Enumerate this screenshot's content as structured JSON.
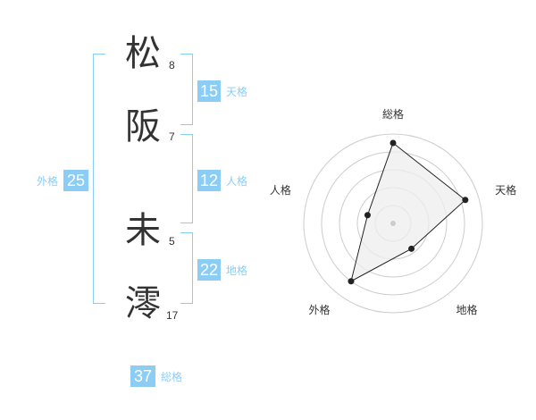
{
  "characters": [
    {
      "char": "松",
      "strokes": "8"
    },
    {
      "char": "阪",
      "strokes": "7"
    },
    {
      "char": "未",
      "strokes": "5"
    },
    {
      "char": "澪",
      "strokes": "17"
    }
  ],
  "badges": {
    "tenkaku": {
      "value": "15",
      "label": "天格"
    },
    "jinkaku": {
      "value": "12",
      "label": "人格"
    },
    "chikaku": {
      "value": "22",
      "label": "地格"
    },
    "gaikaku": {
      "value": "25",
      "label": "外格"
    },
    "soukaku": {
      "value": "37",
      "label": "総格"
    }
  },
  "colors": {
    "accent": "#8ccdf6",
    "text": "#333333"
  },
  "chart_data": {
    "type": "radar",
    "axes": [
      "総格",
      "天格",
      "地格",
      "外格",
      "人格"
    ],
    "values": [
      0.9,
      0.85,
      0.35,
      0.8,
      0.3
    ],
    "range": [
      0,
      1
    ],
    "rings": 5
  }
}
